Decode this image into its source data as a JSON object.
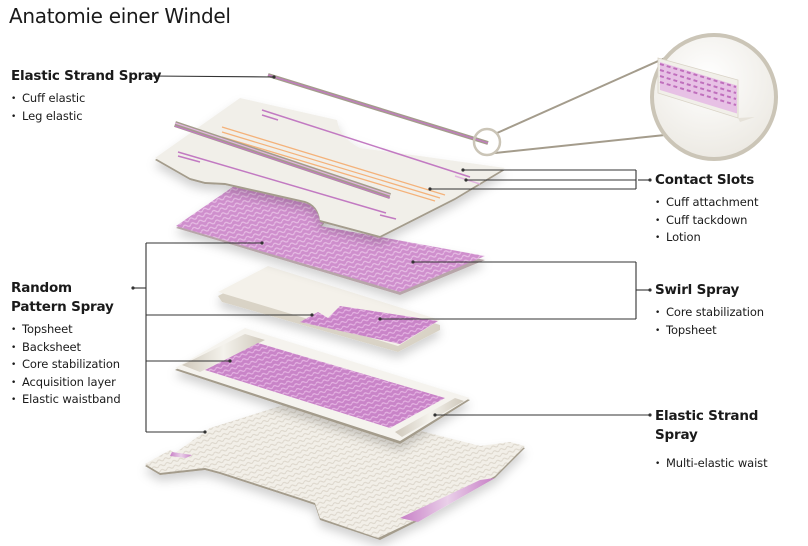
{
  "title": "Anatomie einer Windel",
  "colors": {
    "purple": "#c27ac2",
    "purple_light": "#e2b6e0",
    "orange": "#f4b27a",
    "sheet": "#f1efe9",
    "sheet_edge": "#a49c8c",
    "leader_line": "#333333",
    "magnifier_ring": "#cbc5b7"
  },
  "callouts": [
    {
      "id": "elastic-strand-spray-top",
      "heading": "Elastic Strand Spray",
      "items": [
        "Cuff elastic",
        "Leg elastic"
      ]
    },
    {
      "id": "contact-slots",
      "heading": "Contact Slots",
      "items": [
        "Cuff attachment",
        "Cuff tackdown",
        "Lotion"
      ]
    },
    {
      "id": "random-pattern-spray",
      "heading": "Random Pattern Spray",
      "items": [
        "Topsheet",
        "Backsheet",
        "Core stabilization",
        "Acquisition layer",
        "Elastic waistband"
      ]
    },
    {
      "id": "swirl-spray",
      "heading": "Swirl Spray",
      "items": [
        "Core stabilization",
        "Topsheet"
      ]
    },
    {
      "id": "elastic-strand-spray-bottom",
      "heading": "Elastic Strand Spray",
      "items": [
        "Multi-elastic waist"
      ]
    }
  ],
  "layers": [
    {
      "name": "elastic-strands"
    },
    {
      "name": "topsheet-with-contact-slots"
    },
    {
      "name": "random-pattern-layer"
    },
    {
      "name": "core-with-swirl"
    },
    {
      "name": "acquisition-frame"
    },
    {
      "name": "backsheet"
    }
  ]
}
